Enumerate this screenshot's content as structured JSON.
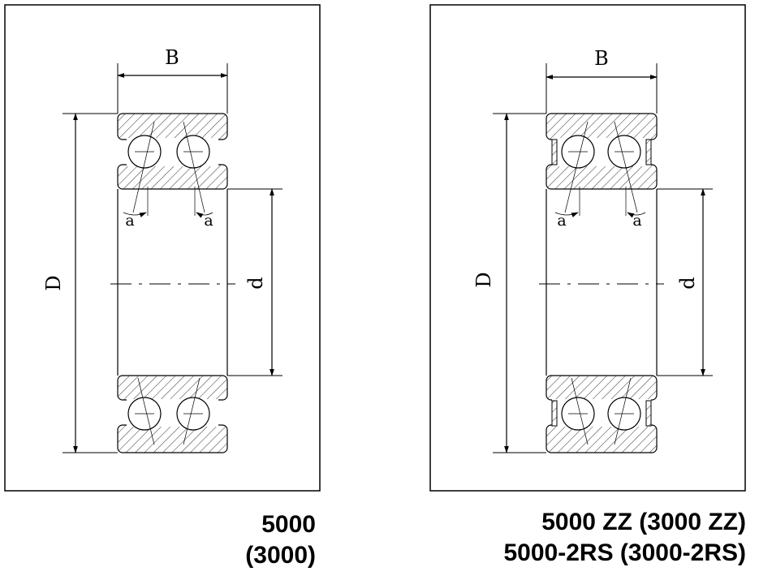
{
  "panels": [
    {
      "variant": "open",
      "labels": {
        "width": "B",
        "outer": "D",
        "bore": "d",
        "angle_left": "a",
        "angle_right": "a"
      },
      "caption": [
        "5000",
        "(3000)"
      ]
    },
    {
      "variant": "shielded",
      "labels": {
        "width": "B",
        "outer": "D",
        "bore": "d",
        "angle_left": "a",
        "angle_right": "a"
      },
      "caption": [
        "5000 ZZ (3000 ZZ)",
        "5000-2RS (3000-2RS)"
      ]
    }
  ]
}
